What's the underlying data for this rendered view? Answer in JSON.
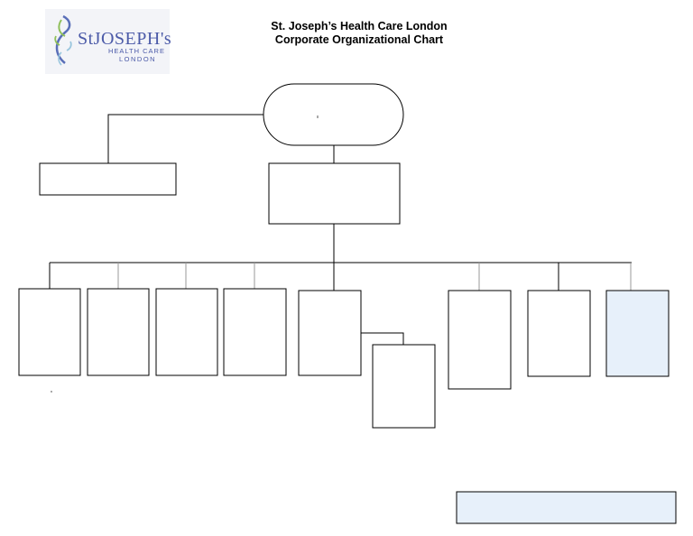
{
  "logo": {
    "main": "StJOSEPH's",
    "line1": "HEALTH CARE",
    "line2": "LONDON"
  },
  "header": {
    "title_line1": "St. Joseph’s Health Care London",
    "title_line2": "Corporate Organizational Chart"
  },
  "colors": {
    "box_fill": "#ffffff",
    "highlight_fill": "#e7f0fa",
    "line": "#000000",
    "leaf_connector": "#9a9a9a"
  }
}
